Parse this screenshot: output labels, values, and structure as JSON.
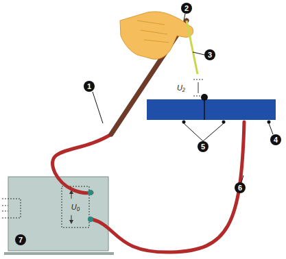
{
  "diagram": {
    "labels": [
      "1",
      "2",
      "3",
      "4",
      "5",
      "6",
      "7",
      "U₀",
      "U₂"
    ]
  }
}
